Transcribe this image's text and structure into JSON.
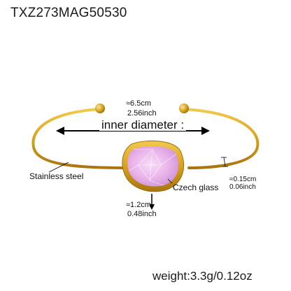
{
  "product": {
    "sku": "TXZ273MAG50530",
    "weight": "weight:3.3g/0.12oz"
  },
  "dimensions": {
    "inner_diameter_label": "inner diameter :",
    "inner_diameter_cm": "≈6.5cm",
    "inner_diameter_inch": "2.56inch",
    "wire_thickness_cm": "≈0.15cm",
    "wire_thickness_inch": "0.06inch",
    "stone_size_cm": "≈1.2cm",
    "stone_size_inch": "0.48inch"
  },
  "materials": {
    "band": "Stainless steel",
    "stone": "Czech glass"
  },
  "colors": {
    "gold": "#d9a21e",
    "gold_dark": "#b57f0f",
    "stone_pink": "#e9b3ea"
  }
}
